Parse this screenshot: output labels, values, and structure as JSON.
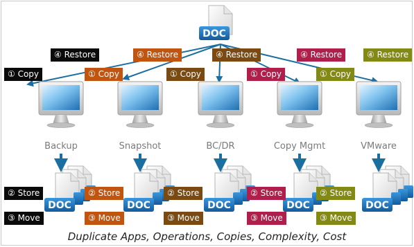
{
  "colors": {
    "black": "#0a0a0a",
    "orange": "#c1550f",
    "brown": "#7a4a12",
    "crimson": "#b01e4b",
    "olive": "#838a14",
    "arrow_blue": "#1a6fa0",
    "doc_blue": "#1a78c2"
  },
  "source_doc": {
    "label": "DOC"
  },
  "systems": [
    {
      "name": "Backup",
      "color": "black",
      "restore": "④ Restore",
      "copy": "① Copy",
      "store": "② Store",
      "move": "③ Move"
    },
    {
      "name": "Snapshot",
      "color": "orange",
      "restore": "④ Restore",
      "copy": "① Copy",
      "store": "② Store",
      "move": "③ Move"
    },
    {
      "name": "BC/DR",
      "color": "brown",
      "restore": "④ Restore",
      "copy": "① Copy",
      "store": "② Store",
      "move": "③ Move"
    },
    {
      "name": "Copy Mgmt",
      "color": "crimson",
      "restore": "④ Restore",
      "copy": "① Copy",
      "store": "② Store",
      "move": "③ Move"
    },
    {
      "name": "VMware",
      "color": "olive",
      "restore": "④ Restore",
      "copy": "① Copy",
      "store": "② Store",
      "move": "③ Move"
    }
  ],
  "copies": {
    "label": "DOC"
  },
  "caption": "Duplicate Apps, Operations, Copies, Complexity, Cost"
}
